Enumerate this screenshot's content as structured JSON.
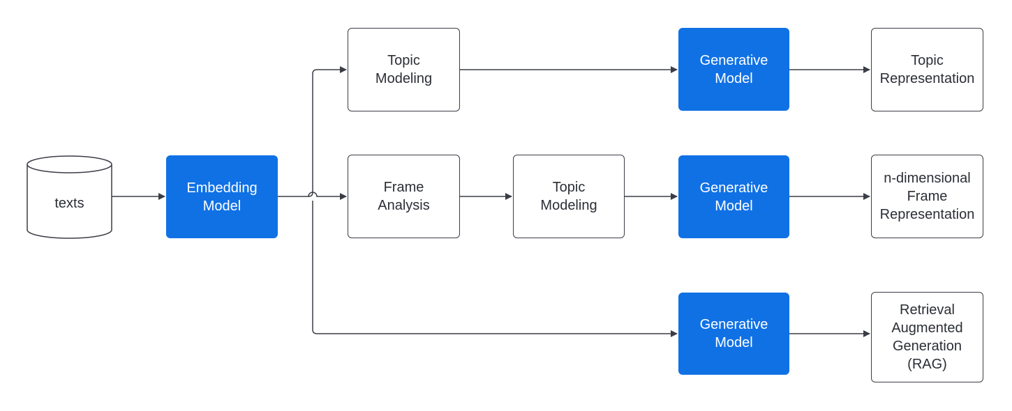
{
  "colors": {
    "accent": "#1071e5",
    "stroke": "#3a3d45",
    "text": "#2b2e35",
    "background": "#ffffff"
  },
  "nodes": {
    "texts": "texts",
    "embedding": "Embedding\nModel",
    "topic_modeling_1": "Topic\nModeling",
    "generative_1": "Generative\nModel",
    "topic_representation": "Topic\nRepresentation",
    "frame_analysis": "Frame\nAnalysis",
    "topic_modeling_2": "Topic\nModeling",
    "generative_2": "Generative\nModel",
    "frame_representation": "n-dimensional\nFrame\nRepresentation",
    "generative_3": "Generative\nModel",
    "rag": "Retrieval\nAugmented\nGeneration\n(RAG)"
  },
  "edges": [
    {
      "from": "texts",
      "to": "embedding"
    },
    {
      "from": "embedding",
      "to": "topic_modeling_1"
    },
    {
      "from": "embedding",
      "to": "frame_analysis"
    },
    {
      "from": "embedding",
      "to": "generative_3"
    },
    {
      "from": "topic_modeling_1",
      "to": "generative_1"
    },
    {
      "from": "generative_1",
      "to": "topic_representation"
    },
    {
      "from": "frame_analysis",
      "to": "topic_modeling_2"
    },
    {
      "from": "topic_modeling_2",
      "to": "generative_2"
    },
    {
      "from": "generative_2",
      "to": "frame_representation"
    },
    {
      "from": "generative_3",
      "to": "rag"
    }
  ]
}
